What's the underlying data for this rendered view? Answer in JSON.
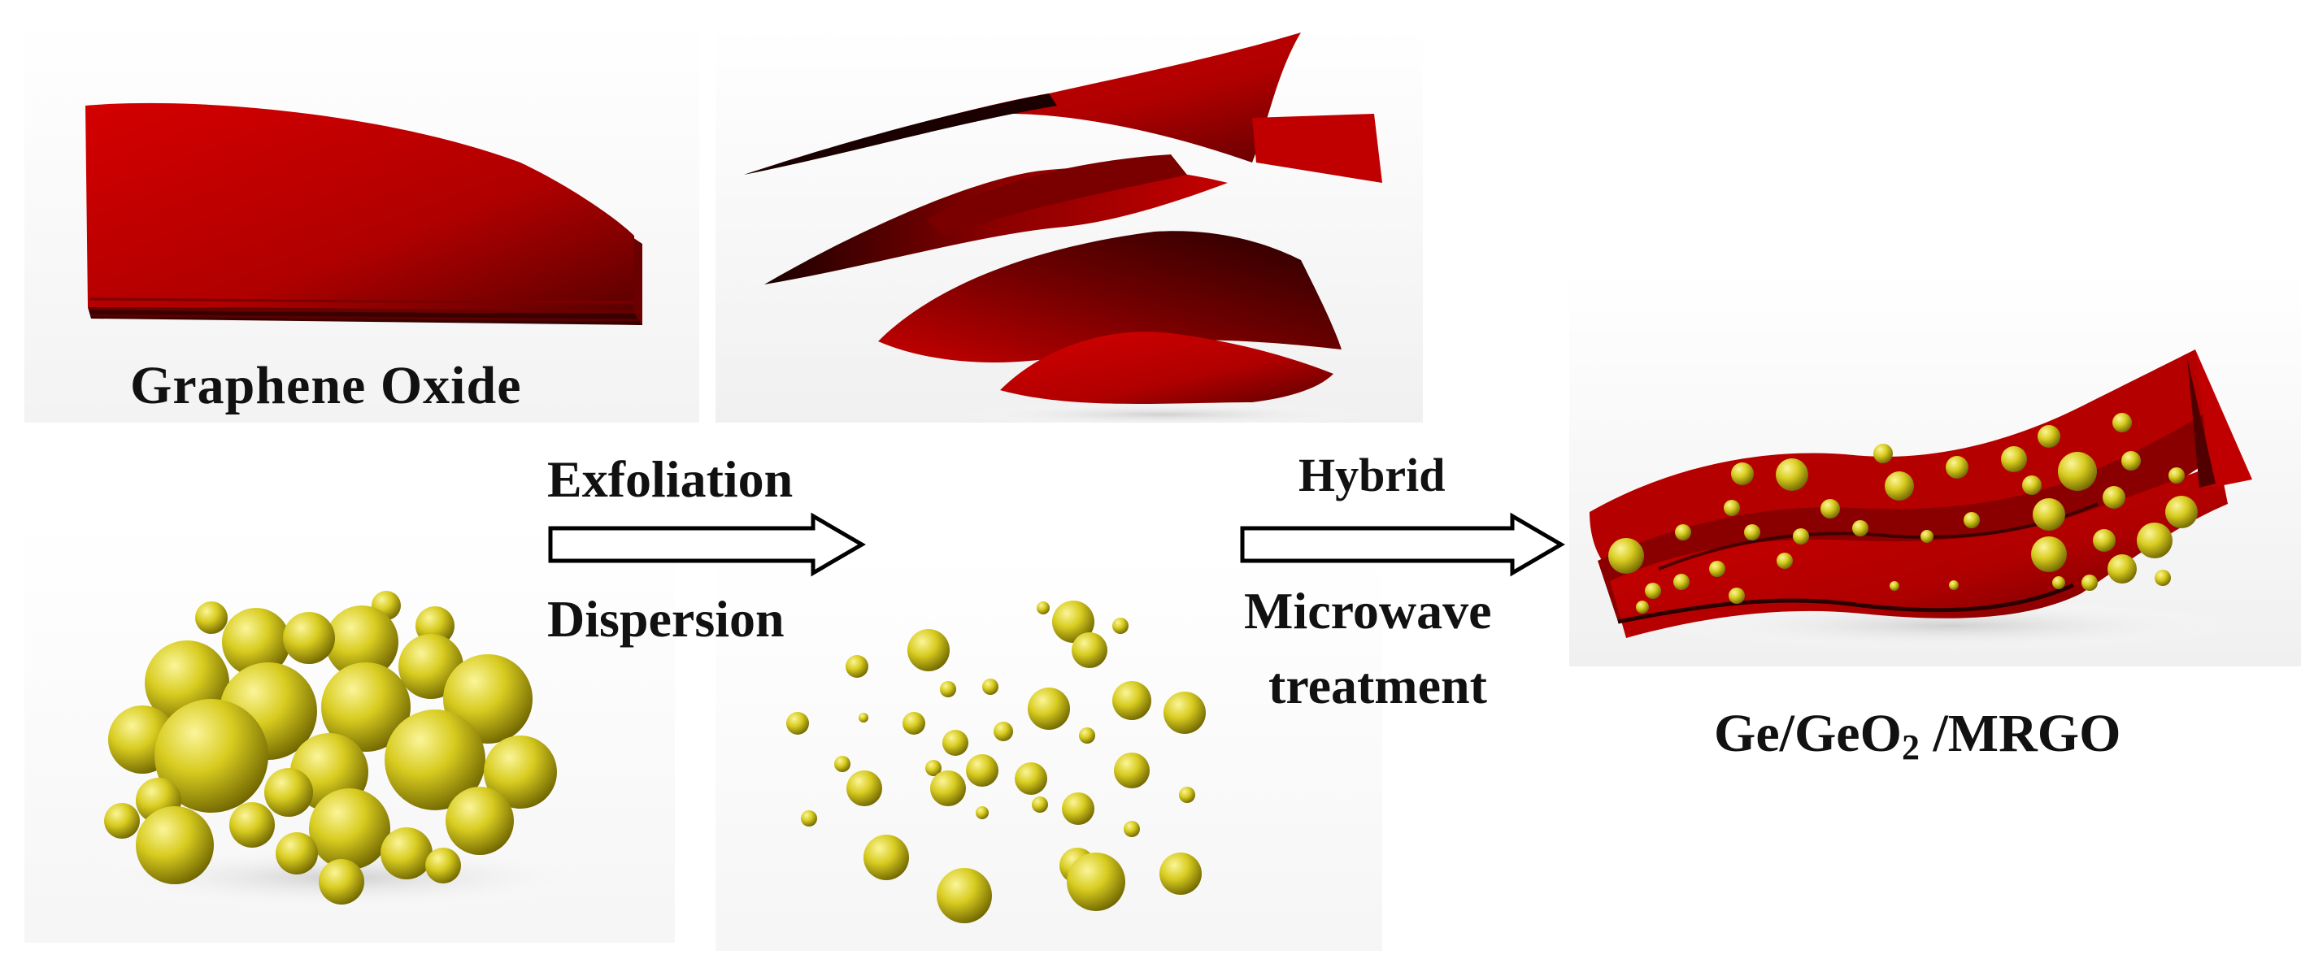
{
  "labels": {
    "graphene_oxide": "Graphene Oxide",
    "exfoliation": "Exfoliation",
    "dispersion": "Dispersion",
    "hybrid": "Hybrid",
    "microwave": "Microwave",
    "treatment": "treatment",
    "product_pre": "Ge/GeO",
    "product_sub": "2",
    "product_post": " /MRGO"
  },
  "colors": {
    "sheet_red": "#c00000",
    "sheet_dark": "#3a0000",
    "particle_yellow": "#d8cc20",
    "particle_dark": "#7a7000",
    "arrow_stroke": "#000000",
    "panel_shadow": "#e6e6e6"
  }
}
